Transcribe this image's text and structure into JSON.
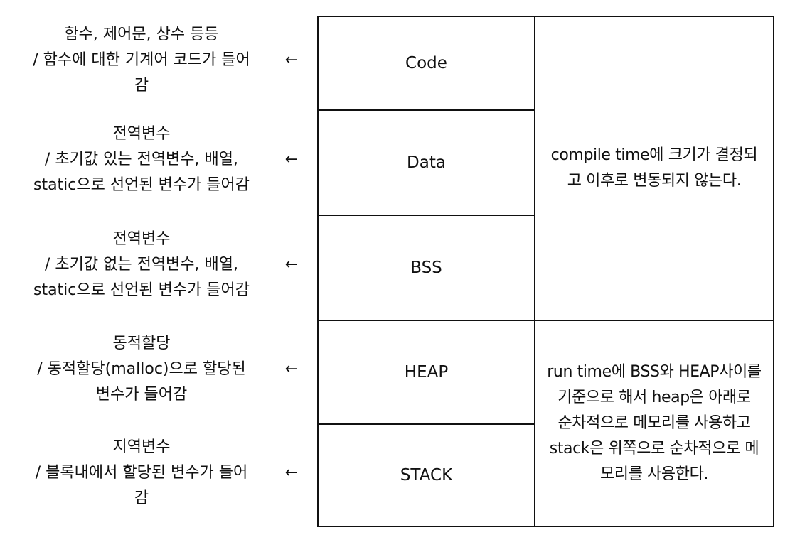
{
  "rows": [
    {
      "segment": "Code",
      "arrow": "←",
      "desc_lines": [
        "함수, 제어문, 상수 등등",
        "/ 함수에 대한 기계어 코드가 들어",
        "감"
      ]
    },
    {
      "segment": "Data",
      "arrow": "←",
      "desc_lines": [
        "전역변수",
        "/ 초기값 있는 전역변수, 배열,",
        "static으로 선언된 변수가 들어감"
      ]
    },
    {
      "segment": "BSS",
      "arrow": "←",
      "desc_lines": [
        "전역변수",
        "/ 초기값 없는 전역변수, 배열,",
        "static으로 선언된 변수가 들어감"
      ]
    },
    {
      "segment": "HEAP",
      "arrow": "←",
      "desc_lines": [
        "동적할당",
        "/ 동적할당(malloc)으로 할당된",
        "변수가 들어감"
      ]
    },
    {
      "segment": "STACK",
      "arrow": "←",
      "desc_lines": [
        "지역변수",
        "/ 블록내에서 할당된 변수가 들어",
        "감"
      ]
    }
  ],
  "notes": {
    "compile_time_lines": [
      "compile time에 크기가 결정되",
      "고 이후로 변동되지 않는다."
    ],
    "run_time_lines": [
      "run time에 BSS와 HEAP사이를",
      "기준으로 해서 heap은 아래로",
      "순차적으로 메모리를 사용하고",
      "stack은 위쪽으로 순차적으로 메",
      "모리를 사용한다."
    ]
  }
}
